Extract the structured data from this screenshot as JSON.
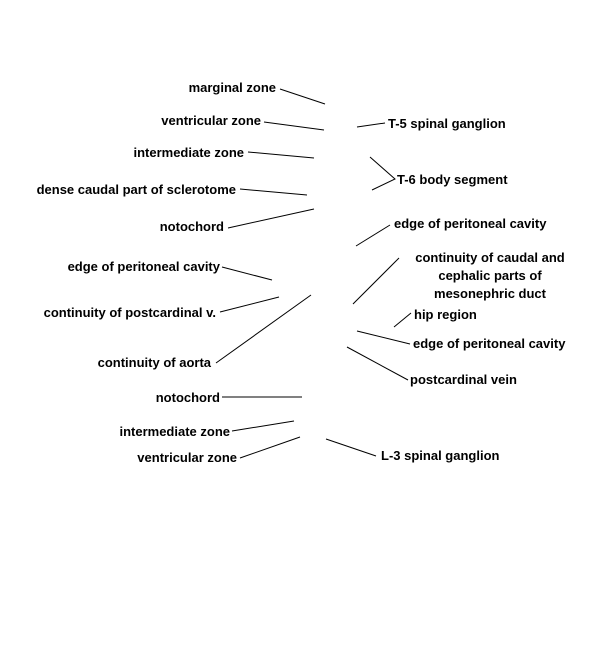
{
  "colors": {
    "text": "#000000",
    "leader": "#000000",
    "background": "#ffffff"
  },
  "labels": {
    "marginal_zone": "marginal zone",
    "ventricular_zone_top": "ventricular zone",
    "intermediate_zone_top": "intermediate zone",
    "dense_caudal_sclerotome": "dense caudal part of sclerotome",
    "notochord_top": "notochord",
    "edge_peritoneal_left": "edge of peritoneal cavity",
    "continuity_postcardinal": "continuity of postcardinal v.",
    "continuity_aorta": "continuity of aorta",
    "notochord_bottom": "notochord",
    "intermediate_zone_bottom": "intermediate zone",
    "ventricular_zone_bottom": "ventricular zone",
    "t5_spinal_ganglion": "T-5 spinal ganglion",
    "t6_body_segment": "T-6 body segment",
    "edge_peritoneal_right_top": "edge of peritoneal cavity",
    "continuity_mesonephric": "continuity of caudal and cephalic parts of mesonephric duct",
    "hip_region": "hip region",
    "edge_peritoneal_right_bottom": "edge of peritoneal cavity",
    "postcardinal_vein": "postcardinal vein",
    "l3_spinal_ganglion": "L-3 spinal ganglion"
  }
}
